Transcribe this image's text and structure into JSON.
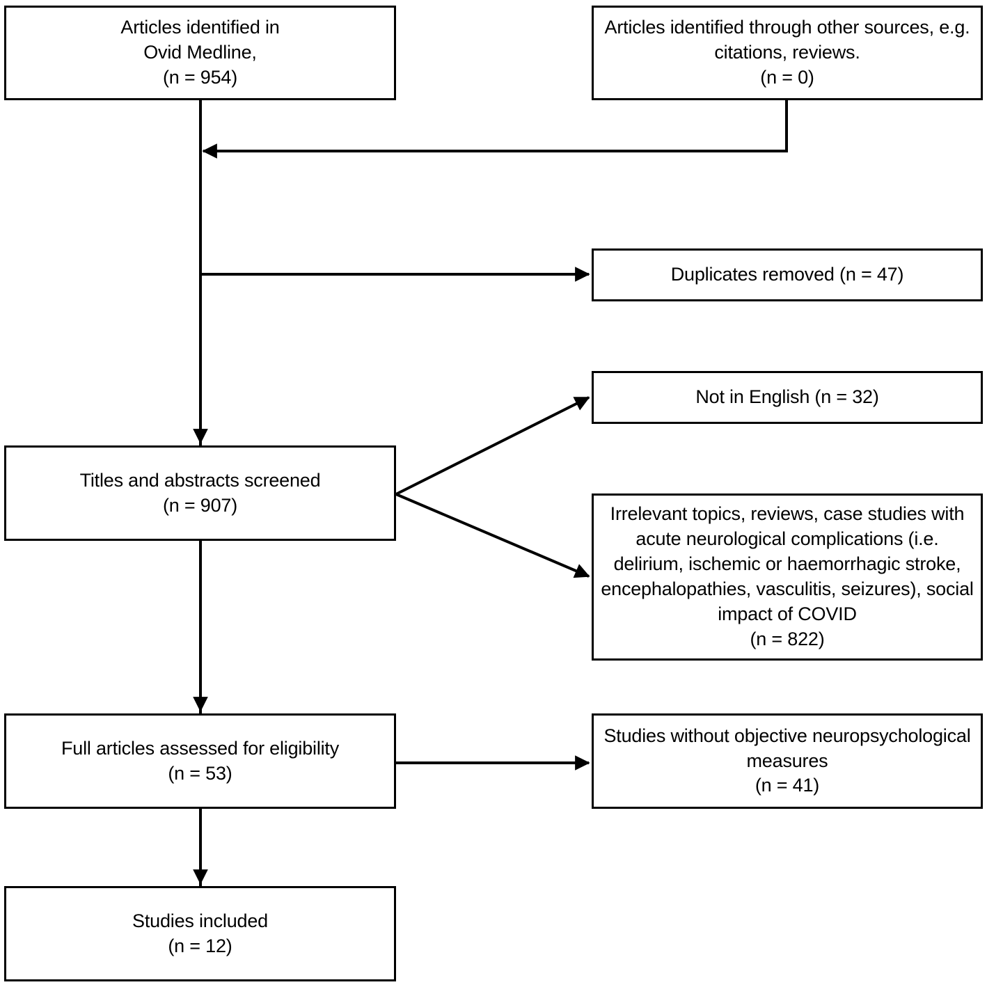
{
  "diagram": {
    "type": "prisma-flow-diagram",
    "stroke_color": "#000000",
    "background_color": "#ffffff",
    "boxes": {
      "ovid": {
        "label": "Articles identified in\nOvid Medline,\n(n = 954)",
        "count": 954
      },
      "other_sources": {
        "label": "Articles identified through other sources, e.g.\ncitations, reviews.\n(n = 0)",
        "count": 0
      },
      "duplicates": {
        "label": "Duplicates removed  (n = 47)",
        "count": 47
      },
      "not_english": {
        "label": "Not in English (n = 32)",
        "count": 32
      },
      "irrelevant": {
        "label": "Irrelevant topics, reviews, case studies with\nacute neurological complications (i.e.\ndelirium, ischemic or haemorrhagic stroke,\nencephalopathies, vasculitis, seizures), social\nimpact of COVID\n(n = 822)",
        "count": 822
      },
      "screened": {
        "label": "Titles and abstracts screened\n(n = 907)",
        "count": 907
      },
      "full_text": {
        "label": "Full articles assessed for eligibility\n(n = 53)",
        "count": 53
      },
      "no_measures": {
        "label": "Studies without objective neuropsychological\nmeasures\n(n = 41)",
        "count": 41
      },
      "included": {
        "label": "Studies included\n(n = 12)",
        "count": 12
      }
    },
    "connectors": [
      {
        "name": "other-sources-to-trunk",
        "from": "other_sources",
        "to": "ovid_trunk",
        "arrow": "left"
      },
      {
        "name": "trunk-to-duplicates",
        "from": "ovid_trunk",
        "to": "duplicates",
        "arrow": "right"
      },
      {
        "name": "trunk-to-screened",
        "from": "ovid_trunk",
        "to": "screened",
        "arrow": "down"
      },
      {
        "name": "screened-to-not-english",
        "from": "screened",
        "to": "not_english",
        "arrow": "diagonal-up-right"
      },
      {
        "name": "screened-to-irrelevant",
        "from": "screened",
        "to": "irrelevant",
        "arrow": "diagonal-down-right"
      },
      {
        "name": "screened-to-full-text",
        "from": "screened",
        "to": "full_text",
        "arrow": "down"
      },
      {
        "name": "full-text-to-no-measures",
        "from": "full_text",
        "to": "no_measures",
        "arrow": "right"
      },
      {
        "name": "full-text-to-included",
        "from": "full_text",
        "to": "included",
        "arrow": "down"
      }
    ]
  }
}
